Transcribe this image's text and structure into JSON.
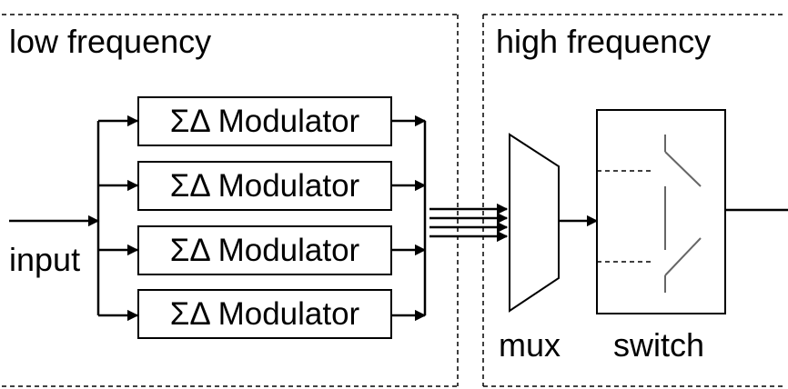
{
  "regions": {
    "low_label": "low frequency",
    "high_label": "high frequency"
  },
  "modulators": [
    {
      "label": "ΣΔ Modulator"
    },
    {
      "label": "ΣΔ Modulator"
    },
    {
      "label": "ΣΔ Modulator"
    },
    {
      "label": "ΣΔ Modulator"
    }
  ],
  "labels": {
    "input": "input",
    "mux": "mux",
    "switch": "switch"
  }
}
